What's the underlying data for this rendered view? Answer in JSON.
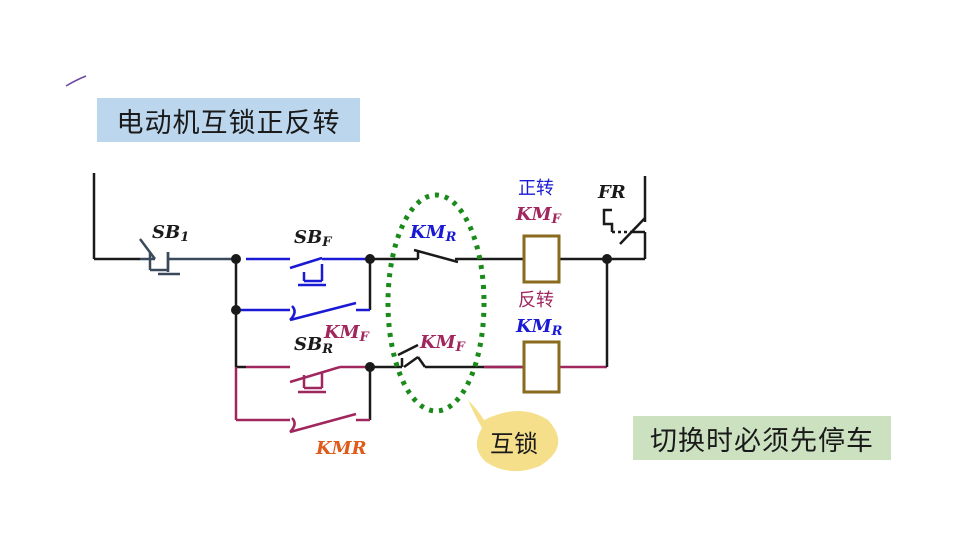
{
  "title": "电动机互锁正反转",
  "note": "切换时必须先停车",
  "interlock": "互锁",
  "labels": {
    "sb1": "SB",
    "sb1_sub": "1",
    "sbf": "SB",
    "sbf_sub": "F",
    "sbr": "SB",
    "sbr_sub": "R",
    "kmr_top": "KM",
    "kmr_top_sub": "R",
    "kmf_hold": "KM",
    "kmf_hold_sub": "F",
    "kmf_nc": "KM",
    "kmf_nc_sub": "F",
    "kmr_hold": "KMR",
    "fr": "FR",
    "forward_cn": "正转",
    "forward_coil": "KM",
    "forward_coil_sub": "F",
    "reverse_cn": "反转",
    "reverse_coil": "KM",
    "reverse_coil_sub": "R"
  },
  "colors": {
    "black": "#1a1a1a",
    "blue": "#1a1ad4",
    "magenta": "#a0265e",
    "coil": "#8a6a1e",
    "green": "#1a8a1a",
    "orange": "#e05a1a",
    "bubble": "#f6df8a"
  }
}
